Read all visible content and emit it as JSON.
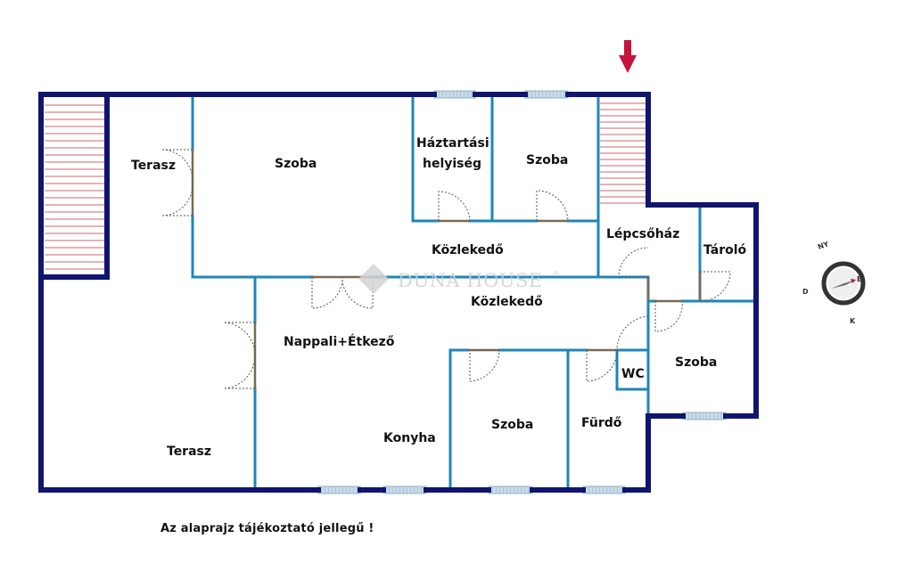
{
  "rooms": {
    "terasz_top": "Terasz",
    "szoba_main": "Szoba",
    "haztartasi_line1": "Háztartási",
    "haztartasi_line2": "helyiség",
    "szoba_top_right": "Szoba",
    "kozlekedo_upper": "Közlekedő",
    "lepcsohaz": "Lépcsőház",
    "tarolo": "Tároló",
    "kozlekedo_lower": "Közlekedő",
    "nappali": "Nappali+Étkező",
    "wc": "WC",
    "szoba_right": "Szoba",
    "terasz_bottom": "Terasz",
    "konyha": "Konyha",
    "szoba_bottom": "Szoba",
    "furdo": "Fürdő"
  },
  "watermark": "DUNA HOUSE",
  "watermark_mark": "®",
  "compass": {
    "labels": [
      "NY",
      "É",
      "D",
      "K"
    ]
  },
  "disclaimer": "Az alaprajz tájékoztató jellegű !",
  "colors": {
    "outer_wall": "#10156e",
    "inner_wall": "#1f86b8",
    "window": "#a8c4d8",
    "stair_lines": "#c0303a",
    "entrance_arrow": "#c8143c",
    "door_frame": "#7a6a55"
  }
}
